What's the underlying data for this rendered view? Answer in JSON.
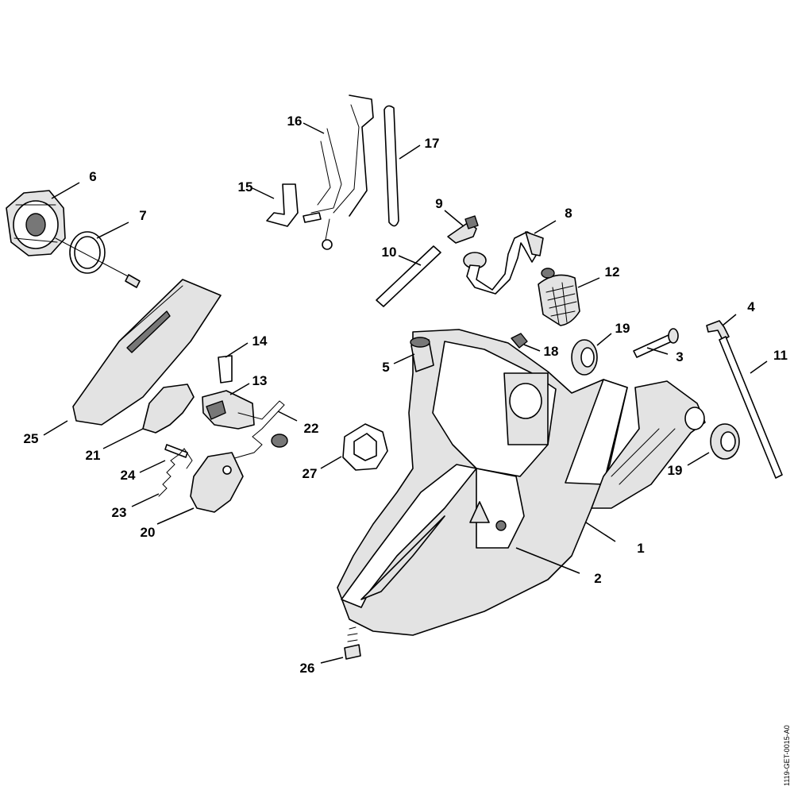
{
  "drawing_ref": "1119-GET-0015-A0",
  "callouts": [
    "1",
    "2",
    "3",
    "4",
    "5",
    "6",
    "7",
    "8",
    "9",
    "10",
    "11",
    "12",
    "13",
    "14",
    "15",
    "16",
    "17",
    "18",
    "19",
    "19",
    "20",
    "21",
    "22",
    "23",
    "24",
    "25",
    "26",
    "27"
  ]
}
